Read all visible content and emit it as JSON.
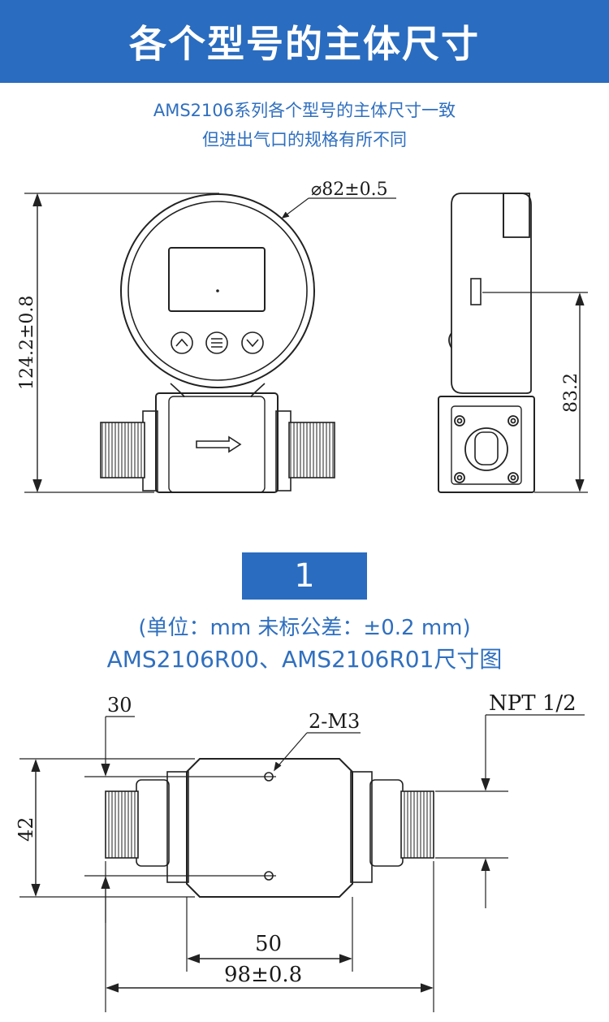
{
  "header": {
    "title": "各个型号的主体尺寸"
  },
  "intro": {
    "line1": "AMS2106系列各个型号的主体尺寸一致",
    "line2": "但进出气口的规格有所不同"
  },
  "top_drawing": {
    "diameter_label": "⌀82±0.5",
    "height_label": "124.2±0.8",
    "side_height_label": "83.2"
  },
  "badge": {
    "number": "1"
  },
  "caption": {
    "units_line": "(单位：mm 未标公差：±0.2 mm)",
    "models_line": "AMS2106R00、AMS2106R01尺寸图"
  },
  "bottom_drawing": {
    "label_30": "30",
    "label_m3": "2-M3",
    "label_npt": "NPT 1/2",
    "label_42": "42",
    "label_50": "50",
    "label_98": "98±0.8"
  }
}
